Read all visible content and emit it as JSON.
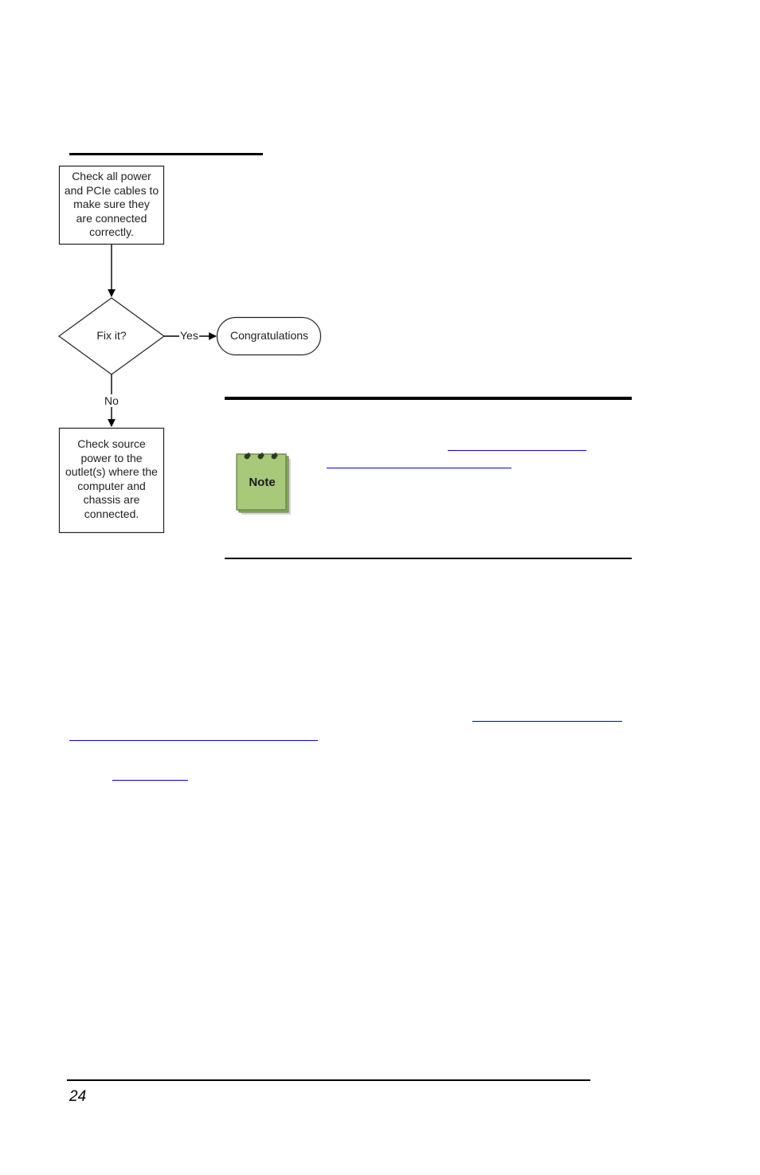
{
  "flowchart": {
    "step1": [
      "Check all power",
      "and PCIe cables to",
      "make sure they",
      "are connected",
      "correctly."
    ],
    "decision": "Fix it?",
    "yes_label": "Yes",
    "no_label": "No",
    "terminal": "Congratulations",
    "step2": [
      "Check source",
      "power to the",
      "outlet(s) where the",
      "computer and",
      "chassis are",
      "connected."
    ]
  },
  "note": {
    "icon_label": "Note",
    "icon": "notepad-icon",
    "colors": {
      "note_fill": "#a9c97a",
      "note_border": "#5e7a3a"
    }
  },
  "link_color": "#0000ee",
  "footer": {
    "page_number": "24"
  }
}
